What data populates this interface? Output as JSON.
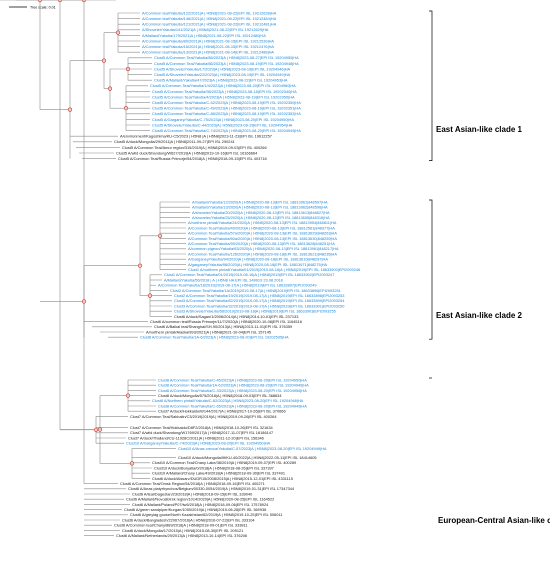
{
  "scale_bar": {
    "label": "Tree scale: 0.01"
  },
  "colors": {
    "blue": "#1f86d6",
    "black": "#222222",
    "node": "#c0392b",
    "node_fill": "#f6c9c9"
  },
  "clades": [
    {
      "key": "c1",
      "name": "East Asian-like clade 1"
    },
    {
      "key": "c2",
      "name": "East Asian-like clade 2"
    },
    {
      "key": "c3",
      "name": "European-Central Asian-like clade"
    }
  ],
  "taxa": [
    {
      "label": "A/Common teal/Yakutia/122/2021|A | H5N8|2021-08-22|EPI ISL 19212638|HA",
      "color": "blue"
    },
    {
      "label": "A/Common teal/Yakutia/146/2021|A | H5N8|2021-08-22|EPI ISL 19212484|HA",
      "color": "blue"
    },
    {
      "label": "A/Common teal/Yakutia/121/2021|A | H5N8|2021-08-22|EPI ISL 19212481|HA",
      "color": "blue"
    },
    {
      "label": "A/Shoveler/Yakutia/141/2021|A | H5N8|2021-08-22|EPI ISL 19212629|HA",
      "color": "blue"
    },
    {
      "label": "A/Mallard/Yakutia/179/2021|A | H5N8|2021-08-22|EPI ISL 19212480|HA",
      "color": "blue"
    },
    {
      "label": "A/Common teal/Yakutia/80/2021|A | H5N8|2021-08-15|EPI ISL 19212539|HA",
      "color": "blue"
    },
    {
      "label": "A/Common teal/Yakutia/16/2021|A | H5N8|2021-08-15|EPI ISL 19212476|HA",
      "color": "blue"
    },
    {
      "label": "A/Common teal/Yakutia/13/2021|A | H5N8|2021-08-14|EPI ISL 19212488|HA",
      "color": "blue"
    },
    {
      "label": "Clust5 A/Common Teal/Yakutia/86/2023|A | H5N8|2023-08-27|EPI ISL 19204950|HA",
      "color": "blue"
    },
    {
      "label": "Clust5 A/Common Teal/Yakutia/86/2023|A | H5N8|2023-08-19|EPI ISL 19204948|HA",
      "color": "blue"
    },
    {
      "label": "Clust5 A/Shoveler/Yakutia/17/2023|A | H5N8|2023-08-19|EPI ISL 19204946|HA",
      "color": "blue"
    },
    {
      "label": "Clust5 A/Shoveler/Yakutia/22/2023|A | H5N8|2023-08-19|EPI ISL 19204949|HA",
      "color": "blue"
    },
    {
      "label": "Clust5 A/Mallard/Yakutia/47/2023|A | H5N8|2023-08-22|EPI ISL 19204953|HA",
      "color": "blue"
    },
    {
      "label": "Clust5 A/Common Teal/Yakutia/1/4/2023|A | H5N8|2023-08-20|EPI ISL 19204960|HA",
      "color": "blue"
    },
    {
      "label": "Clust5 A/Common Teal/Yakutia/98/2023|A | H5N8|2023-08-18|EPI ISL 19202340|HA",
      "color": "blue"
    },
    {
      "label": "Clust5 A/Common Teal/Yakutia/4/2023|A | H5N8|2023-08-19|EPI ISL 19202350|HA",
      "color": "blue"
    },
    {
      "label": "Clust5 A/Common Teal/Yakutia/C-52/2023|A | H5N8|2023-08-19|EPI ISL 19202350|HA",
      "color": "blue"
    },
    {
      "label": "Clust5 A/Common Teal/Yakutia/C-49/2023|A | H5N8|2023-08-19|EPI ISL 19202351|HA",
      "color": "blue"
    },
    {
      "label": "Clust5 A/Common Teal/Yakutia/C-86/2023|A | H5N8|2023-08-19|EPI ISL 19202352|HA",
      "color": "blue"
    },
    {
      "label": "Clust5 A/Garganey/Yakutia/C-75/2023|A | H5N8|2023-08-20|EPI ISL 19204950|HA",
      "color": "blue"
    },
    {
      "label": "Clust5 A/Shoveler/Yakutia/C-44/2023|A | H5N8|2023-08-19|EPI ISL 19204954|HA",
      "color": "blue"
    },
    {
      "label": "Clust5 A/Common Teal/Yakutia/C-74/2023|A | H5N8|2023-08-20|EPI ISL 19204949|HA",
      "color": "blue"
    },
    {
      "label": "A/environment/Kagoshima/KU-C5/2023 | H5N8 |A | H5N8|2023-11-23|EPI ISL 19612257",
      "color": "black"
    },
    {
      "label": "Clust5 A/duck/Mongolia/29/2011|A | H5N8|2011-09-27|EPI ISL 290241",
      "color": "black"
    },
    {
      "label": "Clust5 A/Common Teal/Amur region/315/2019|A | H5N8|2019-09-03|EPI ISL 400266",
      "color": "black"
    },
    {
      "label": "Clust5 A/wild duck/Shandong/W627/2019|A | H5N8|2019-10-16|EPI ISL 16166664",
      "color": "black"
    },
    {
      "label": "Clust5 A/Common Teal/Russia Primorje/54/2018|A | H5N8|2018-09-15|EPI ISL 403718",
      "color": "black"
    },
    {
      "label": "A/mallard/Yakutia/12/2020|A | H5N8|2020-08-13|EPI ISL 18813961|848597|HA",
      "color": "blue"
    },
    {
      "label": "A/mallard/Yakutia/13/2020|A | H5N8|2020-08-13|EPI ISL 18813962|848596|HA",
      "color": "blue"
    },
    {
      "label": "A/shoveler/Yakutia/20/2020|A | H5N8|2020-08-13|EPI ISL 18813613|848827|HA",
      "color": "blue"
    },
    {
      "label": "A/shoveler/Yakutia/25/2020|A | H5N8|2020-08-13|EPI ISL 18813605|848316|HA",
      "color": "blue"
    },
    {
      "label": "A/northern pintail/Yakutia/24/2020|A | H5N8|2020-08-13|EPI ISL 18813954|848811|HA",
      "color": "blue"
    },
    {
      "label": "A/Common Teal/Yakutia/49/2020|A | H5N8|2020-08-13|EPI ISL 18812561|848377|HA",
      "color": "blue"
    },
    {
      "label": "A/Common Teal/Yakutia/57a/2020|A | H5N8|2020-08-13|EPI ISL 18813629|848263|HA",
      "color": "blue"
    },
    {
      "label": "A/Common Teal/Yakutia/60a/2020|A | H5N8|2020-08-13|EPI ISL 18813630|848259|HA",
      "color": "blue"
    },
    {
      "label": "A/Common Teal/Yakutia/59/2020|A | H5N8|2020-08-13|EPI ISL 18813628|848251|HA",
      "color": "blue"
    },
    {
      "label": "A/common pigeon/Yakutia/63/2020|A | H5N8|2020-08-13|EPI ISL 18813961|848217|HA",
      "color": "blue"
    },
    {
      "label": "A/Common Teal/Yakutia/126/2020|A | H5N8|2020-08-18|EPI ISL 18813621|848235|HA",
      "color": "blue"
    },
    {
      "label": "A/Garganey/Yakutia/94/2020|A | H5N8|2020-08-18|EPI ISL 18813610|848287|HA",
      "color": "blue"
    },
    {
      "label": "A/garganey/Yakutia/98/2020|A | H5N8|2020-08-18|EPI ISL 18813671|848275|HA",
      "color": "blue"
    },
    {
      "label": "Clust1 A/northern pintail/Yakutia/01/2019|2019-08-16|A | H5N8|2019|EPI ISL 18633900|EPI2093246",
      "color": "blue"
    },
    {
      "label": "Clust1 A/Common Teal/Yakutia/01/2019|2019-08-16|A | H5N8|2019|EPI ISL 18633902|EPI2093247",
      "color": "blue"
    },
    {
      "label": "A/Mallard/Yakutia/56/2018 | A | H5N8 HA EPI ISL 349919 23.08.2018",
      "color": "blue"
    },
    {
      "label": "A/Common Teal/Yakutia/18/2019|2019-08-17|A | H5N8|2019|EPI ISL 18633897|EPI2093249",
      "color": "blue"
    },
    {
      "label": "Clust2 A/Common Teal/Yakutia/1A/2019|2019-08-17|A | H5N8|2019|EPI ISL 18633896|EPI2093251",
      "color": "blue"
    },
    {
      "label": "Clust2 A/Common Teal/Yakutia/19/2019|2019-08-17|A | H5N8|2019|EPI ISL 18633898|EPI2093253",
      "color": "blue"
    },
    {
      "label": "Clust3 A/Common Teal/Yakutia/82/2019|2019-08-17|A | H5N8|2019|EPI ISL 18633899|EPI2093254",
      "color": "blue"
    },
    {
      "label": "Clust3 A/Common Teal/Yakutia/32/2019|2019-08-17|A | H5N8|2019|EPI ISL 18633901|EPI2093250",
      "color": "blue"
    },
    {
      "label": "Clust3 A/Shoveler/Yakutia/56/2019|2019-08-18|A | H5N8|2019|EPI ISL 18633903|EPI2093255",
      "color": "blue"
    },
    {
      "label": "Clust6 A/duck/Sagan/1/2006/2014|A | H5N8|2014-10-01|EPI ISL 237133",
      "color": "black"
    },
    {
      "label": "Clust6 A/common teal/Russia Primorje/11/7/2020|A | H5N8|2020-10-08|EPI ISL 1164516",
      "color": "black"
    },
    {
      "label": "Clust6 A/Baikal teal/Shanghai/SH-90/2013|A | H5N8|2013-11-01|EPI ISL 376359",
      "color": "black"
    },
    {
      "label": "A/northern pintail/Alaska/993/2021|A | H5N8|2021-10-04|EPI ISL 157145",
      "color": "black"
    },
    {
      "label": "Clust8 A/Common Teal/Yakutia/1A-6/2023|A | H5N8|2023-08-20|EPI ISL 19202505|HA",
      "color": "blue"
    },
    {
      "label": "Clust8 A/Common Teal/Yakutia/C-45/2023|A | H5N8|2023-08-20|EPI ISL 19204950|HA",
      "color": "blue"
    },
    {
      "label": "Clust8 A/Common Teal/Yakutia/1A-62/2023|A | H5N8|2023-08-20|EPI ISL 19204949|HA",
      "color": "blue"
    },
    {
      "label": "Clust8 A/Common Teal/Yakutia/C-33/2023|A | H5N8|2023-08-20|EPI ISL 19204956|HA",
      "color": "blue"
    },
    {
      "label": "Clust8 A/duck/Mongolia/575/2018|A | H5N8|2018-09-03|EPI ISL 368634",
      "color": "black"
    },
    {
      "label": "Clust8 A/Northern pintail/Yakutia/C-82/2023|A | H5N8|2023-08-20|EPI ISL 19204948|HA",
      "color": "blue"
    },
    {
      "label": "Clust8 A/Common Teal/Yakutia/C-65/2023|A | H5N8|2023-08-20|EPI ISL 19204949|HA",
      "color": "blue"
    },
    {
      "label": "Clust7 A/duck/Hokkaido/W144/2017|A | H5N8|2017-10-26|EPI ISL 370666",
      "color": "black"
    },
    {
      "label": "Clust7 A/Common Teal/Sakhalin/C3/2019|2019|A | H5N8|2019-09-26|EPI ISL 400264",
      "color": "black"
    },
    {
      "label": "Clust7 A/Common Teal/Hokkaido/D8F2/2018|A | H5N8|2018-10-26|EPI ISL 321634",
      "color": "black"
    },
    {
      "label": "Clust7 A/wild duck/Shandong/W1769/2017|A | H5N8|2017-11-07|EPI ISL 16186147",
      "color": "black"
    },
    {
      "label": "Clust7 A/duck/Thailand/CU-11928C/2011|A | H5N8|2011-12-20|EPI ISL 156346",
      "color": "black"
    },
    {
      "label": "Clust10 A/Garganey/Yakutia/C-74/2023|A | H5N8|2023-08-20|EPI ISL 19204950|HA",
      "color": "blue"
    },
    {
      "label": "Clust10 A/Anas crecca/Yakutia/C-57/2023|A | H5N8|2023-08-20|EPI ISL 19204949|HA",
      "color": "blue"
    },
    {
      "label": "Clust10 A/duck/Mongolia/9f/KU-40/2022|A | H5N8|2022-05-11|EPI ISL 18414605",
      "color": "black"
    },
    {
      "label": "Clust10 A/Common Teal/Chany Lake/38/2019|A | H5N8|2019-09-07|EPI ISL 400289",
      "color": "black"
    },
    {
      "label": "Clust10 A/duck/Buryatia/0/2018|A | H5N8|2018-08-26|EPI ISL 337397",
      "color": "black"
    },
    {
      "label": "Clust10 A/Mallard/Chany Lake/49/2018|A | H5N8|2018-09-30|EPI ISL 337401",
      "color": "black"
    },
    {
      "label": "Clust6 A/duck/Aissarv/DUDR15/2008/2015|A | H5N8|2015-12-01|EPI ISL 4331115",
      "color": "black"
    },
    {
      "label": "Clust6 A/Common Teal/Omsk Region/54/2018|A | H5N8|2018-09-16|EPI ISL 400271",
      "color": "black"
    },
    {
      "label": "Clust6 A/Anas platyrhynchos/Belgium/00330-0054/2019|A | H5N8|2019-01-31|EPI ISL 17347344",
      "color": "black"
    },
    {
      "label": "Clust6 A/teal/Dagestan/23/2018|A | H5N8|2018-09-15|EPI ISL 339040",
      "color": "black"
    },
    {
      "label": "Clust6 A/Mallard/Novosibirsk region/1014/2020|A | H5N8|2020-08-25|EPI ISL 1164522",
      "color": "black"
    },
    {
      "label": "Clust6 A/Mallard/Poland/P07/tw5/2018|A | H5N8|2018-09-06|EPI ISL 17578924",
      "color": "black"
    },
    {
      "label": "Clust6 A/green sandpiper/Kurgan/1050/2019|A | H5N8|2019-08-28|EPI ISL 369938",
      "color": "black"
    },
    {
      "label": "Clust6 A/greylag goose/North Kazakhstan/62/2019|A | H5N8|2019-10-25|EPI ISL 506011",
      "color": "black"
    },
    {
      "label": "Clust6 A/duck/Bangladesh/22067/2016|A | H5N8|2016-07-22|EPI ISL 333104",
      "color": "black"
    },
    {
      "label": "Clust6 A/Common teal/Chany/889/2018|A | H5N8|2018-09-01|EPI ISL 333811",
      "color": "black"
    },
    {
      "label": "Clust6 A/duck/Mongolia/17/2015|A | H5N8|2015-08-30|EPI ISL 209121",
      "color": "black"
    },
    {
      "label": "Clust6 A/Mallard/Netherlands/29/2013|A | H5N8|2013-10-14|EPI ISL 376206",
      "color": "black"
    }
  ]
}
